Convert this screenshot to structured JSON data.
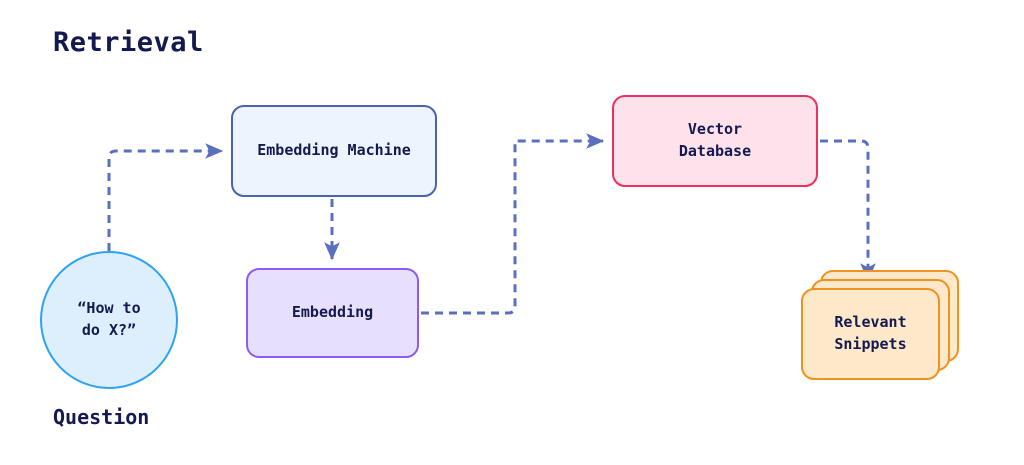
{
  "diagram": {
    "title": "Retrieval",
    "background_color": "#ffffff",
    "text_color": "#141a4f",
    "edge_color": "#5a6fc0"
  },
  "nodes": {
    "question": {
      "label": "“How to\ndo X?”",
      "caption": "Question",
      "fill": "#ddeefc",
      "stroke": "#2da3f2",
      "shape": "circle"
    },
    "embedding_machine": {
      "label": "Embedding Machine",
      "fill": "#eef4fd",
      "stroke": "#4a63ad",
      "shape": "rounded-rect"
    },
    "embedding": {
      "label": "Embedding",
      "fill": "#e7e0fc",
      "stroke": "#8b5cf6",
      "shape": "rounded-rect"
    },
    "vector_database": {
      "label": "Vector\nDatabase",
      "fill": "#fde2ec",
      "stroke": "#ef2f5e",
      "shape": "rounded-rect"
    },
    "relevant_snippets": {
      "label": "Relevant\nSnippets",
      "fill": "#fde9c9",
      "stroke": "#f0921f",
      "shape": "card-stack",
      "card_count": 3
    }
  },
  "edges": [
    {
      "from": "question",
      "to": "embedding_machine",
      "style": "dashed",
      "arrow": true
    },
    {
      "from": "embedding_machine",
      "to": "embedding",
      "style": "dashed",
      "arrow": true
    },
    {
      "from": "embedding",
      "to": "vector_database",
      "style": "dashed",
      "arrow": true
    },
    {
      "from": "vector_database",
      "to": "relevant_snippets",
      "style": "dashed",
      "arrow": true
    }
  ]
}
